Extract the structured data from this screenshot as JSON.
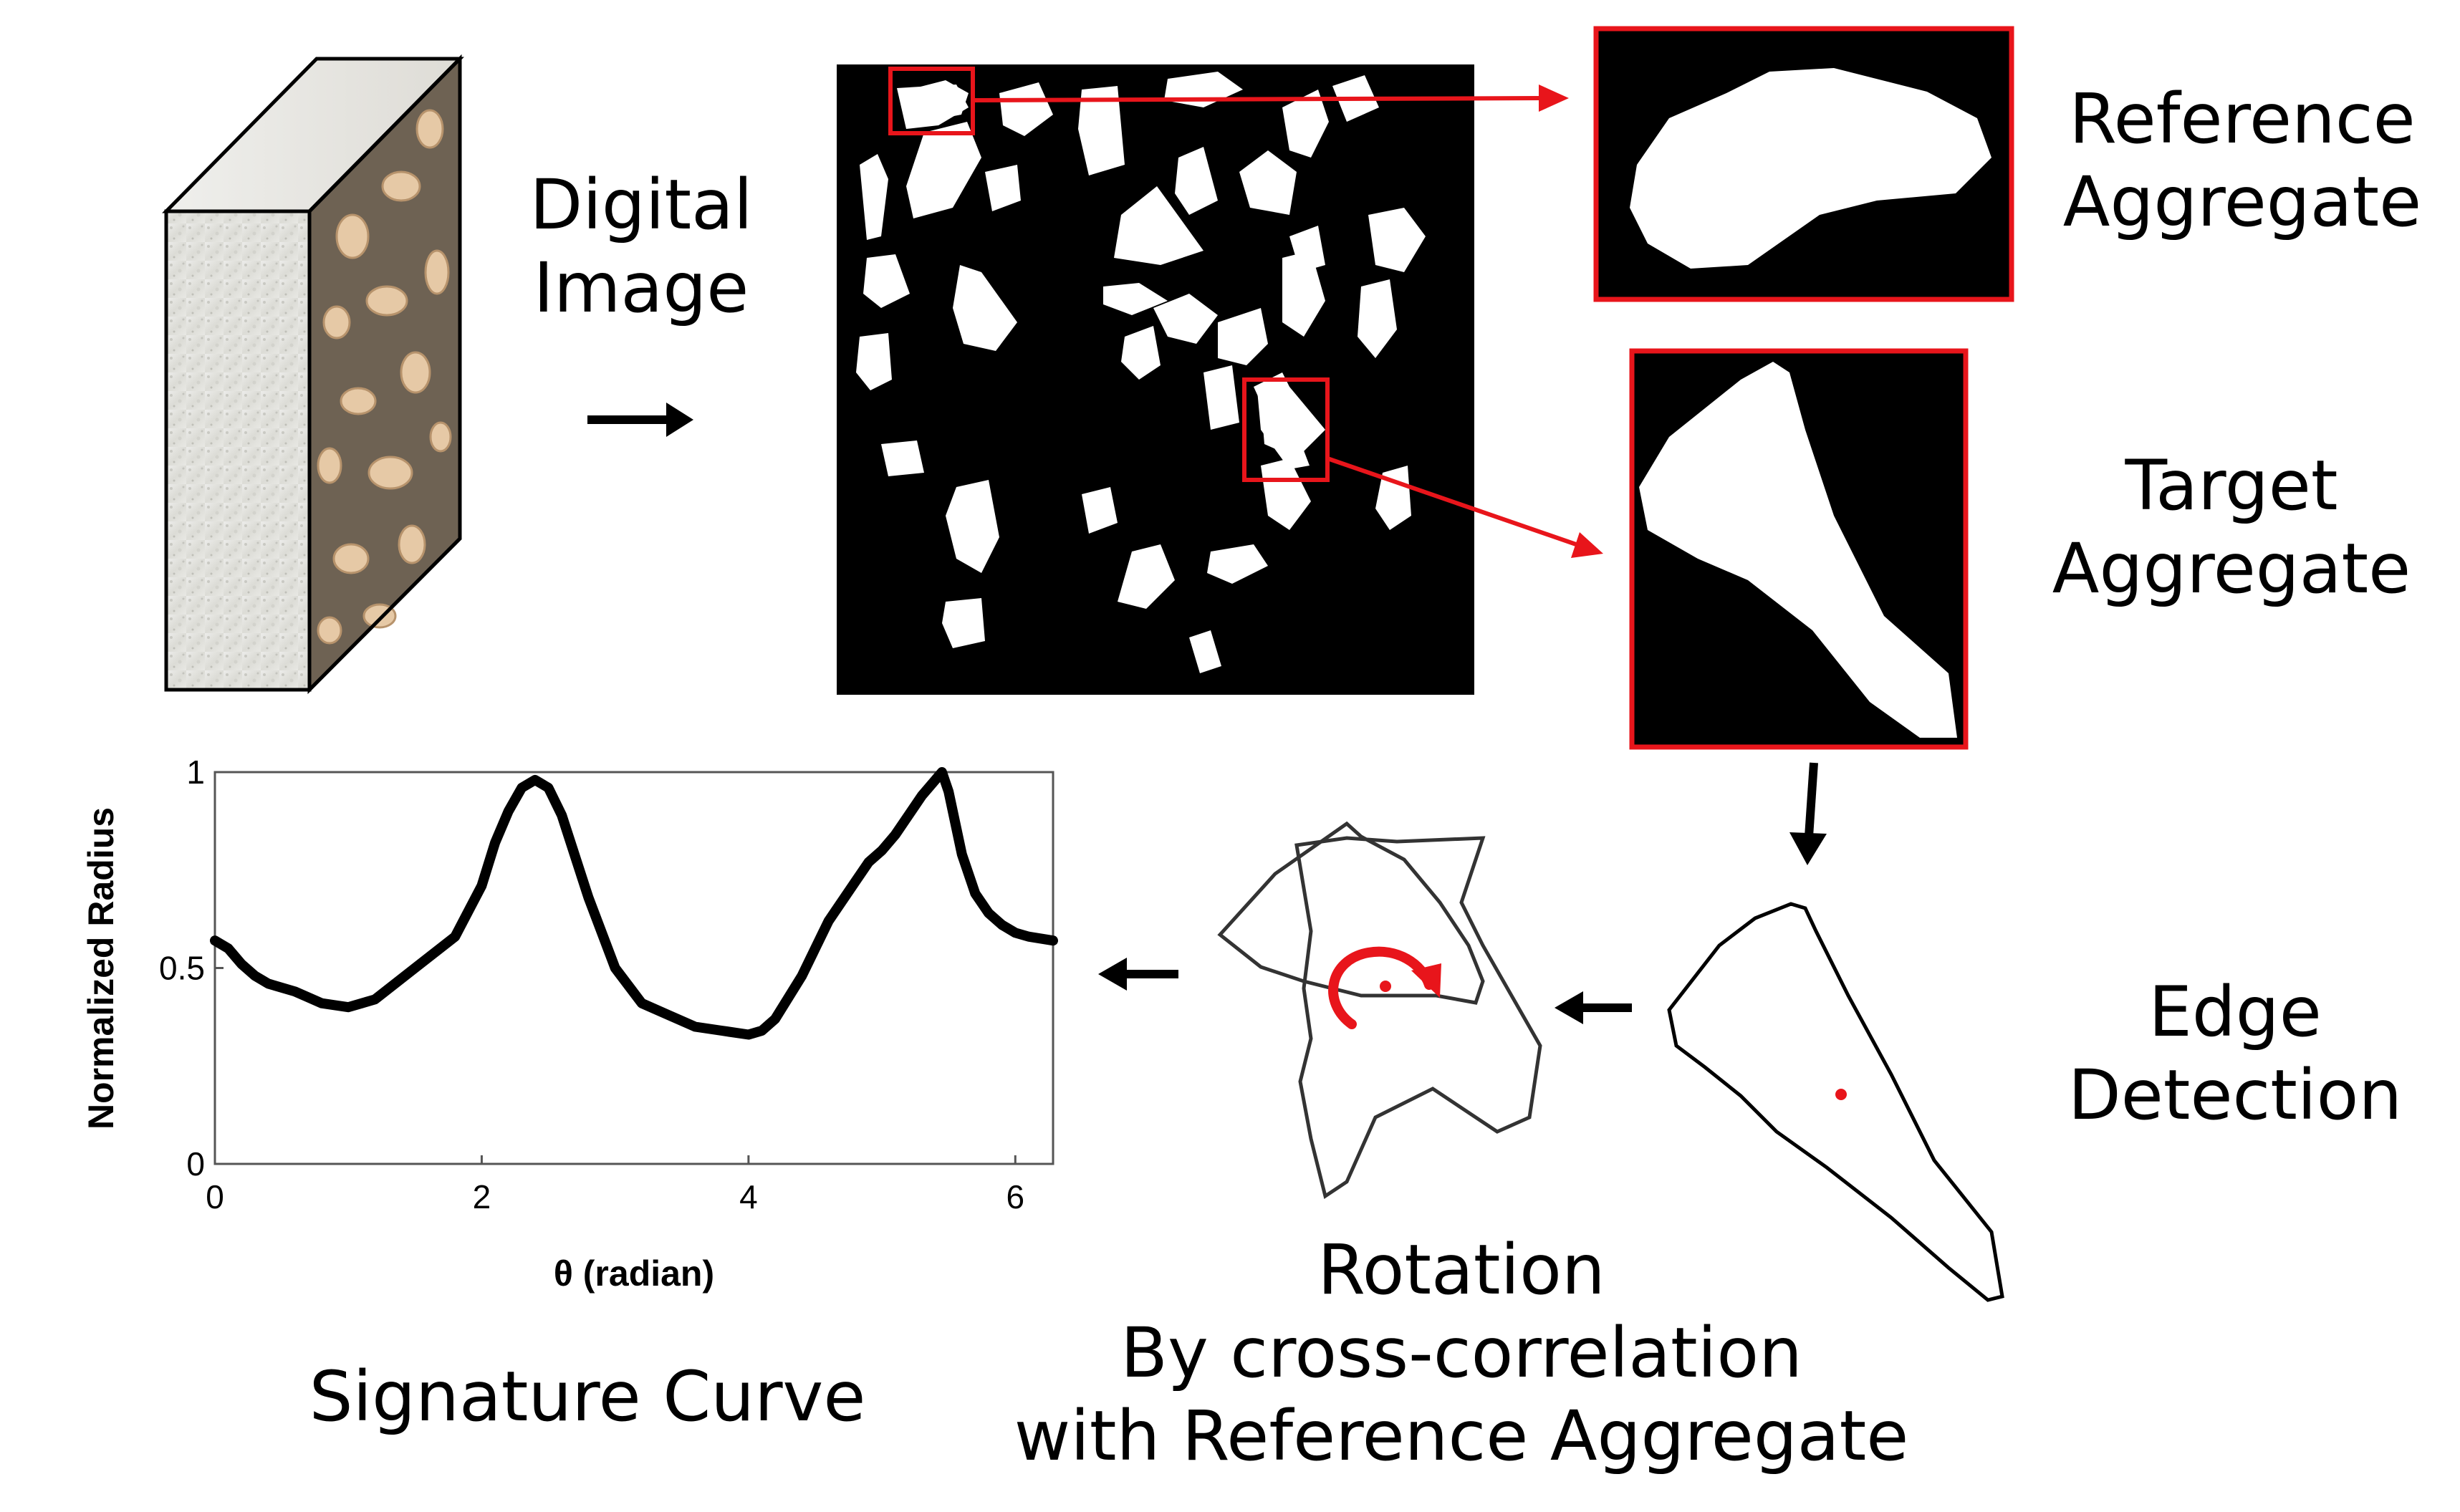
{
  "labels": {
    "digital_image": [
      "Digital",
      "Image"
    ],
    "reference_aggregate": [
      "Reference",
      "Aggregate"
    ],
    "target_aggregate": [
      "Target",
      "Aggregate"
    ],
    "edge_detection": [
      "Edge",
      "Detection"
    ],
    "rotation": [
      "Rotation",
      "By cross-correlation",
      "with Reference Aggregate"
    ],
    "signature_curve": "Signature Curve"
  },
  "colors": {
    "highlight": "#e8151b",
    "arrow": "#000000",
    "binary_background": "#000000",
    "aggregate": "#ffffff"
  },
  "chart_data": {
    "type": "line",
    "xlabel": "θ (radian)",
    "ylabel": "Normalized Radius",
    "xlim": [
      0,
      6.283
    ],
    "ylim": [
      0,
      1
    ],
    "xticks": [
      "0",
      "2",
      "4",
      "6"
    ],
    "yticks": [
      "0",
      "0.5",
      "1"
    ],
    "x": [
      0,
      0.1,
      0.2,
      0.3,
      0.4,
      0.6,
      0.8,
      1.0,
      1.2,
      1.5,
      1.8,
      2.0,
      2.1,
      2.2,
      2.3,
      2.4,
      2.5,
      2.6,
      2.8,
      3.0,
      3.2,
      3.4,
      3.6,
      3.8,
      4.0,
      4.1,
      4.2,
      4.4,
      4.6,
      4.8,
      4.9,
      5.0,
      5.1,
      5.2,
      5.3,
      5.4,
      5.45,
      5.5,
      5.6,
      5.7,
      5.8,
      5.9,
      6.0,
      6.1,
      6.283
    ],
    "y": [
      0.57,
      0.55,
      0.51,
      0.48,
      0.46,
      0.44,
      0.41,
      0.4,
      0.42,
      0.5,
      0.58,
      0.71,
      0.82,
      0.9,
      0.96,
      0.98,
      0.96,
      0.89,
      0.68,
      0.5,
      0.41,
      0.38,
      0.35,
      0.34,
      0.33,
      0.34,
      0.37,
      0.48,
      0.62,
      0.72,
      0.77,
      0.8,
      0.84,
      0.89,
      0.94,
      0.98,
      1.0,
      0.95,
      0.79,
      0.69,
      0.64,
      0.61,
      0.59,
      0.58,
      0.57
    ]
  }
}
